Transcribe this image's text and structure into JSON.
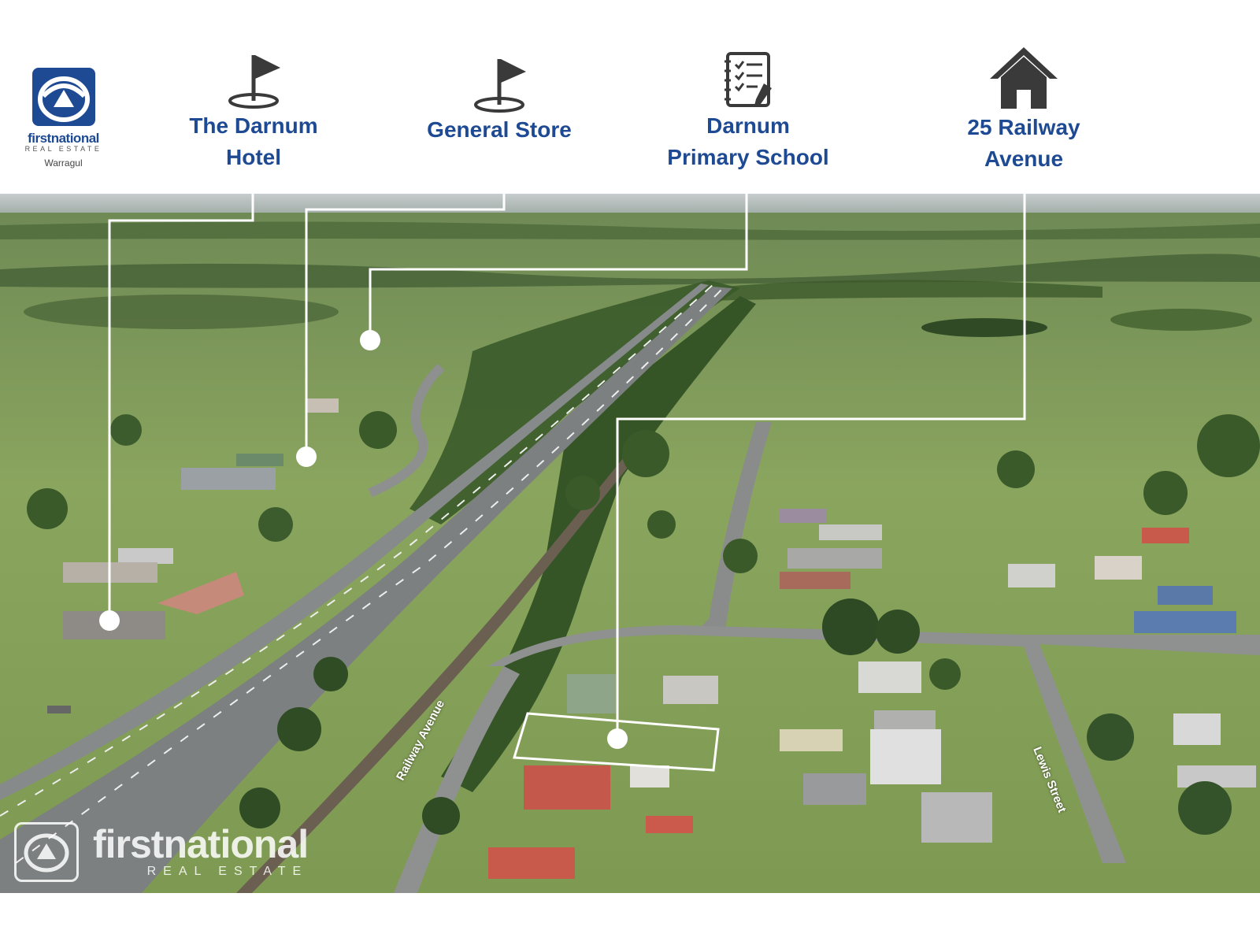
{
  "brand": {
    "name": "firstnational",
    "sub": "REAL ESTATE",
    "office": "Warragul"
  },
  "points_of_interest": [
    {
      "line1": "The Darnum",
      "line2": "Hotel",
      "icon": "golf-flag-icon"
    },
    {
      "line1": "General Store",
      "line2": "",
      "icon": "golf-flag-icon"
    },
    {
      "line1": "Darnum",
      "line2": "Primary School",
      "icon": "checklist-notebook-icon"
    },
    {
      "line1": "25 Railway",
      "line2": "Avenue",
      "icon": "house-icon"
    }
  ],
  "streets": {
    "railway": "Railway Avenue",
    "lewis": "Lewis Street"
  },
  "watermark": {
    "name": "firstnational",
    "sub": "REAL ESTATE"
  },
  "colors": {
    "brand_blue": "#1e4a93",
    "marker": "#ffffff"
  }
}
